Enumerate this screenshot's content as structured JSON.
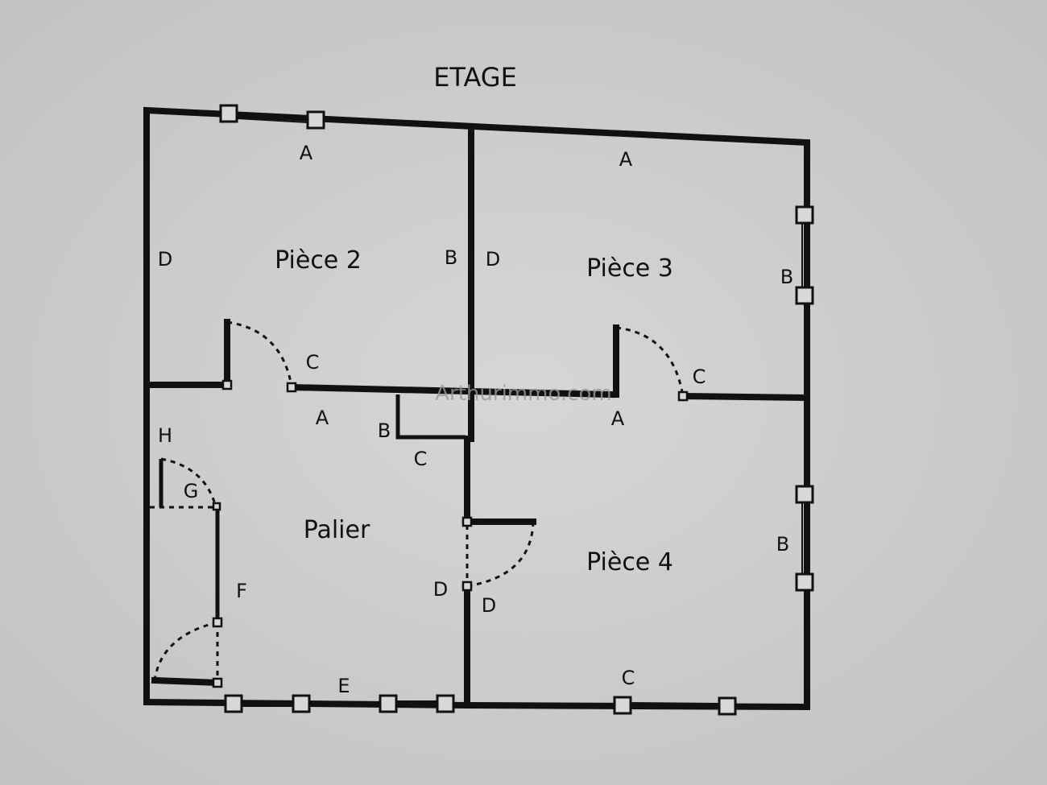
{
  "title": "ETAGE",
  "watermark": "Arthurimmo.com",
  "rooms": {
    "piece2": "Pièce 2",
    "piece3": "Pièce 3",
    "piece4": "Pièce 4",
    "palier": "Palier"
  },
  "wall_labels": {
    "p2_top": "A",
    "p2_left": "D",
    "p2_right": "B",
    "p2_door": "C",
    "p3_top": "A",
    "p3_left": "D",
    "p3_right": "B",
    "p3_door": "C",
    "pal_top": "A",
    "pal_closet_b": "B",
    "pal_closet_c": "C",
    "pal_h": "H",
    "pal_g": "G",
    "pal_f": "F",
    "pal_e": "E",
    "pal_d": "D",
    "p4_top": "A",
    "p4_d": "D",
    "p4_right": "B",
    "p4_bottom": "C"
  }
}
